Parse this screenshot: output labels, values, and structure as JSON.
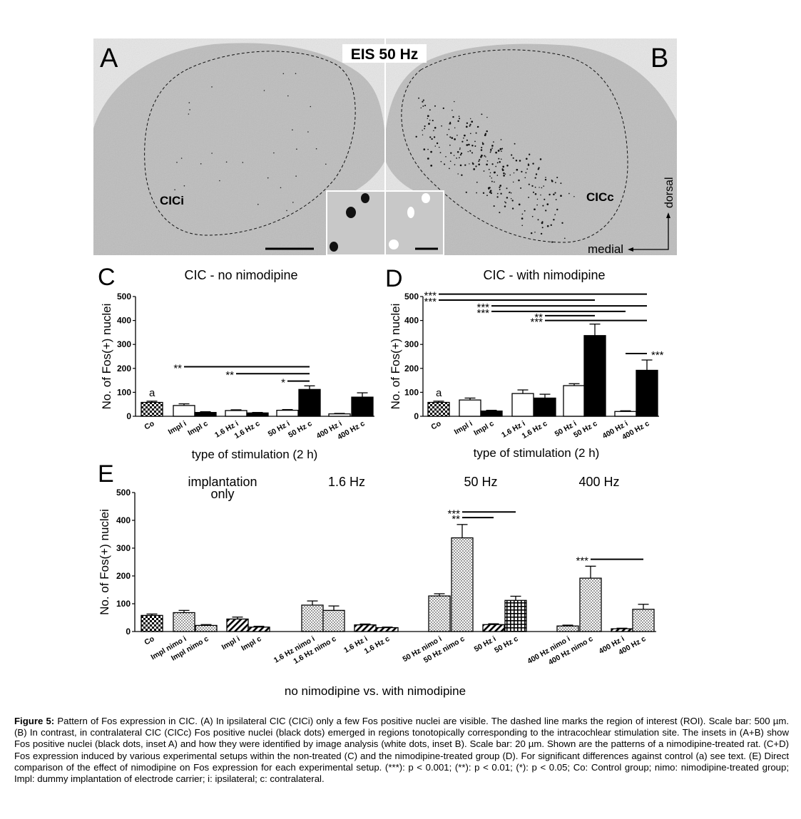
{
  "photo": {
    "panel_a_letter": "A",
    "panel_b_letter": "B",
    "title": "EIS 50 Hz",
    "label_a": "CICi",
    "label_b": "CICc",
    "axis_dorsal": "dorsal",
    "axis_medial": "medial"
  },
  "chart_data": [
    {
      "panel": "C",
      "type": "bar",
      "title": "CIC - no nimodipine",
      "ylabel": "No. of Fos(+) nuclei",
      "xlabel": "type of stimulation (2 h)",
      "ylim": [
        0,
        500
      ],
      "yticks": [
        "0",
        "100",
        "200",
        "300",
        "400",
        "500"
      ],
      "categories": [
        "Co",
        "Impl i",
        "Impl c",
        "1.6 Hz i",
        "1.6 Hz c",
        "50 Hz i",
        "50 Hz c",
        "400 Hz i",
        "400 Hz c"
      ],
      "values": [
        58,
        45,
        16,
        24,
        14,
        25,
        112,
        10,
        80
      ],
      "errors": [
        5,
        7,
        3,
        3,
        2,
        3,
        15,
        2,
        18
      ],
      "fills": [
        "check",
        "white",
        "black",
        "white",
        "black",
        "white",
        "black",
        "white",
        "black"
      ],
      "control_label": "a",
      "significance": [
        {
          "stars": "**",
          "from": 1,
          "to": 6,
          "y": 207
        },
        {
          "stars": "**",
          "from": 3,
          "to": 6,
          "y": 178
        },
        {
          "stars": "*",
          "from": 5,
          "to": 6,
          "y": 147
        }
      ]
    },
    {
      "panel": "D",
      "type": "bar",
      "title": "CIC - with nimodipine",
      "ylabel": "No. of Fos(+) nuclei",
      "xlabel": "type of stimulation (2 h)",
      "ylim": [
        0,
        500
      ],
      "yticks": [
        "0",
        "100",
        "200",
        "300",
        "400",
        "500"
      ],
      "categories": [
        "Co",
        "Impl i",
        "Impl c",
        "1.6 Hz i",
        "1.6 Hz c",
        "50 Hz i",
        "50 Hz c",
        "400 Hz i",
        "400 Hz c"
      ],
      "values": [
        58,
        68,
        22,
        95,
        76,
        128,
        337,
        20,
        192
      ],
      "errors": [
        5,
        8,
        3,
        15,
        16,
        8,
        48,
        3,
        43
      ],
      "fills": [
        "check",
        "white",
        "black",
        "white",
        "black",
        "white",
        "black",
        "white",
        "black"
      ],
      "control_label": "a",
      "significance": [
        {
          "stars": "***",
          "from": 0,
          "to": 8,
          "y": 510
        },
        {
          "stars": "***",
          "from": 0,
          "to": 6,
          "y": 485
        },
        {
          "stars": "***",
          "from": 2,
          "to": 8,
          "y": 461
        },
        {
          "stars": "***",
          "from": 2,
          "to": 7,
          "y": 438
        },
        {
          "stars": "**",
          "from": 4,
          "to": 6,
          "y": 420
        },
        {
          "stars": "***",
          "from": 4,
          "to": 8,
          "y": 400
        },
        {
          "stars": "***",
          "from": 7,
          "to": 8,
          "y": 262,
          "label_right": true
        }
      ],
      "side_label_400": "***"
    },
    {
      "panel": "E",
      "type": "bar",
      "ylabel": "No. of Fos(+) nuclei",
      "xlabel": "no nimodipine vs. with nimodipine",
      "ylim": [
        0,
        500
      ],
      "yticks": [
        "0",
        "100",
        "200",
        "300",
        "400",
        "500"
      ],
      "group_labels": [
        {
          "label": "implantation",
          "label2": "only"
        },
        {
          "label": "1.6 Hz"
        },
        {
          "label": "50 Hz"
        },
        {
          "label": "400 Hz"
        }
      ],
      "categories": [
        "Co",
        "Impl nimo i",
        "Impl nimo c",
        "Impl i",
        "Impl c",
        "1.6 Hz nimo i",
        "1.6 Hz nimo c",
        "1.6 Hz i",
        "1.6 Hz c",
        "50 Hz nimo i",
        "50 Hz nimo c",
        "50 Hz i",
        "50 Hz c",
        "400 Hz nimo i",
        "400 Hz nimo c",
        "400 Hz i",
        "400 Hz c"
      ],
      "values": [
        58,
        68,
        22,
        45,
        16,
        95,
        76,
        24,
        14,
        128,
        337,
        25,
        112,
        20,
        192,
        10,
        80
      ],
      "errors": [
        5,
        8,
        3,
        7,
        3,
        15,
        16,
        3,
        2,
        8,
        48,
        3,
        15,
        3,
        43,
        2,
        18
      ],
      "fills": [
        "check",
        "dots",
        "dots",
        "hatch",
        "hatch",
        "dots",
        "dots",
        "hatch",
        "hatch",
        "dots",
        "dots",
        "hatch",
        "grid",
        "dots",
        "dots",
        "hatch",
        "dots"
      ],
      "significance": [
        {
          "stars": "***",
          "from": 10,
          "to": 12,
          "y": 430
        },
        {
          "stars": "**",
          "from": 10,
          "to": 11,
          "y": 410
        },
        {
          "stars": "***",
          "from": 14,
          "to": 16,
          "y": 260
        }
      ]
    }
  ],
  "caption": {
    "label": "Figure 5:",
    "text": " Pattern of Fos expression in CIC. (A) In ipsilateral CIC (CICi) only a few Fos positive nuclei are visible. The dashed line marks the region of interest (ROI). Scale bar: 500 µm. (B) In contrast, in contralateral CIC (CICc) Fos positive nuclei (black dots) emerged in regions tonotopically corresponding to the intracochlear stimulation site. The insets in (A+B) show Fos positive nuclei (black dots, inset A) and how they were identified by image analysis (white dots, inset B). Scale bar: 20 µm. Shown are the patterns of a nimodipine-treated rat. (C+D) Fos expression induced by various experimental setups within the non-treated (C) and the nimodipine-treated group (D). For significant differences against control (a) see text. (E) Direct comparison of the effect of nimodipine on Fos expression for each experimental setup. (***): p < 0.001; (**): p < 0.01; (*): p < 0.05; Co: Control group; nimo: nimodipine-treated  group; Impl: dummy implantation of electrode carrier; i: ipsilateral; c: contralateral."
  }
}
